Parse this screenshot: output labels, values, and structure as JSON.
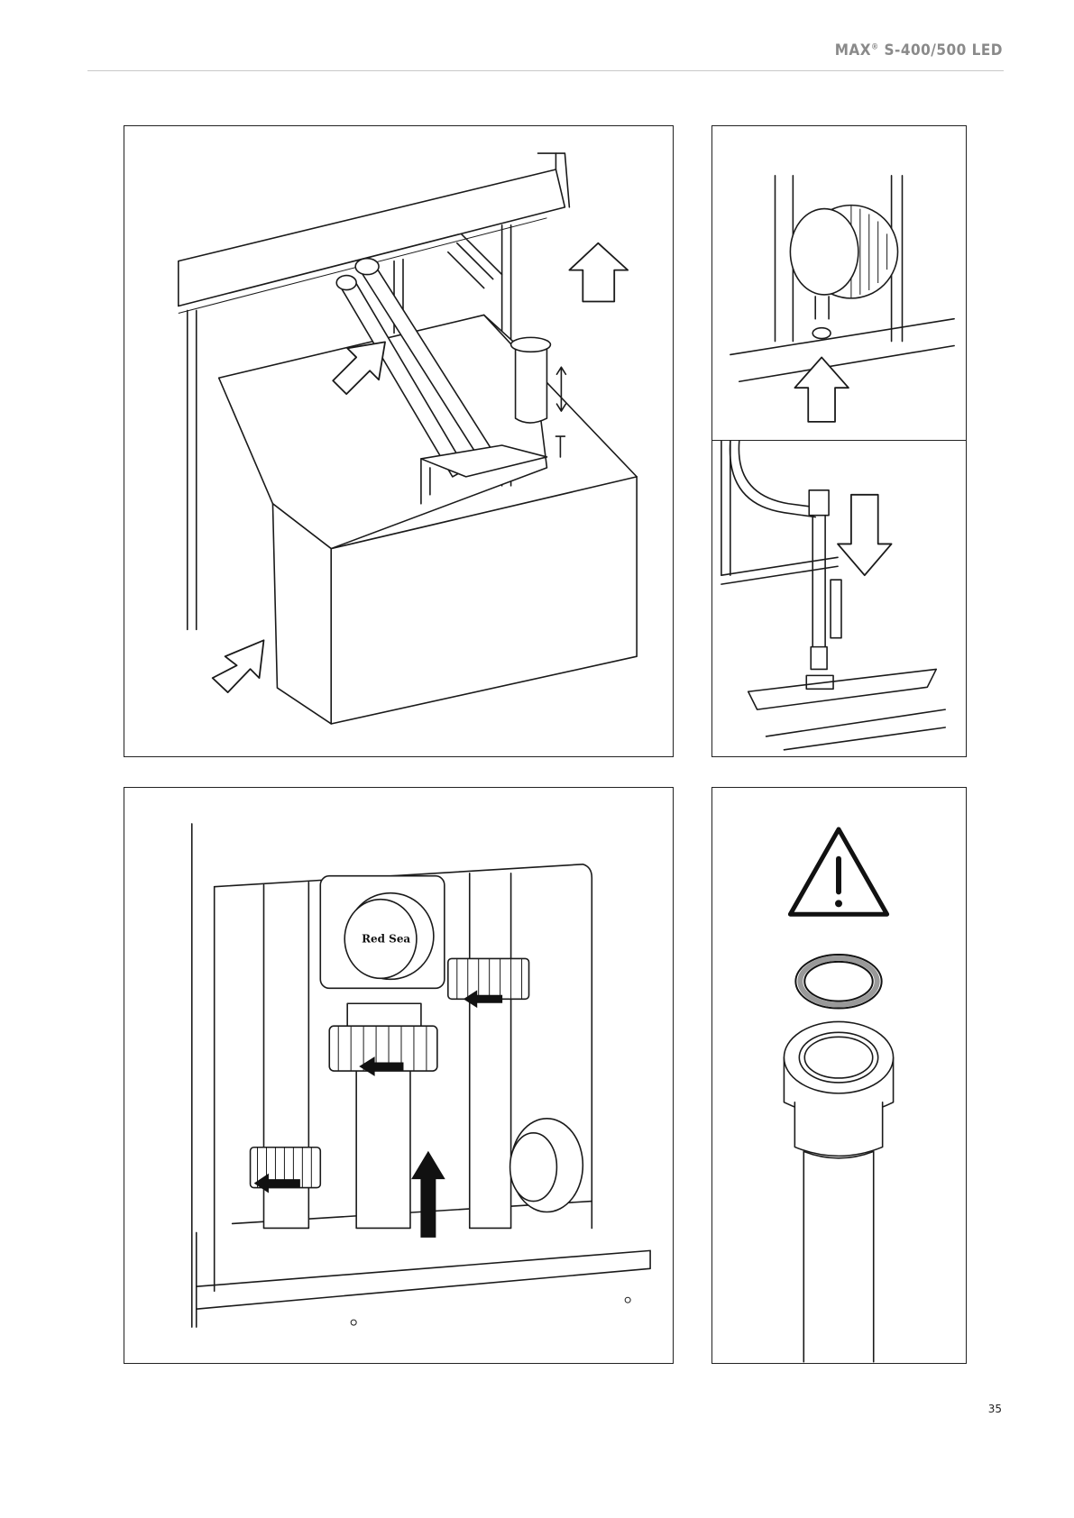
{
  "header": {
    "title_main": "MAX",
    "title_sup": "®",
    "title_rest": " S-400/500 LED"
  },
  "figures": [
    {
      "id": "sump-removal",
      "caption": ""
    },
    {
      "id": "valve-knob",
      "caption": ""
    },
    {
      "id": "float-sensor",
      "caption": ""
    },
    {
      "id": "plumbing-union",
      "caption": "",
      "brand_mark": "Red Sea"
    },
    {
      "id": "o-ring-warning",
      "caption": ""
    }
  ],
  "page": {
    "number": "35"
  }
}
